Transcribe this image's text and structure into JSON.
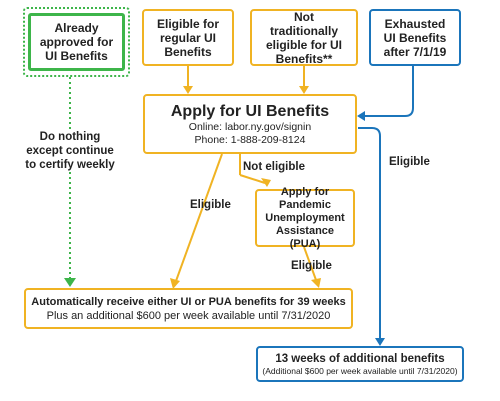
{
  "boxes": {
    "already_approved": "Already approved for UI Benefits",
    "eligible_regular": "Eligible for regular UI Benefits",
    "not_traditional": "Not traditionally eligible for UI Benefits**",
    "exhausted": "Exhausted UI Benefits after 7/1/19",
    "apply_title": "Apply for UI Benefits",
    "apply_online": "Online: labor.ny.gov/signin",
    "apply_phone": "Phone: 1-888-209-8124",
    "pua": "Apply for Pandemic Unemployment Assistance (PUA)",
    "auto_title": "Automatically receive either UI or PUA benefits for 39 weeks",
    "auto_sub": "Plus an additional $600 per week available until 7/31/2020",
    "weeks_title": "13 weeks of additional benefits",
    "weeks_sub": "(Additional $600 per week available until 7/31/2020)"
  },
  "labels": {
    "do_nothing": "Do nothing except continue to certify weekly",
    "not_eligible": "Not eligible",
    "eligible_left": "Eligible",
    "eligible_pua": "Eligible",
    "eligible_right": "Eligible"
  },
  "colors": {
    "orange": "#f0b323",
    "blue": "#1b75bb",
    "green": "#3db54a"
  }
}
